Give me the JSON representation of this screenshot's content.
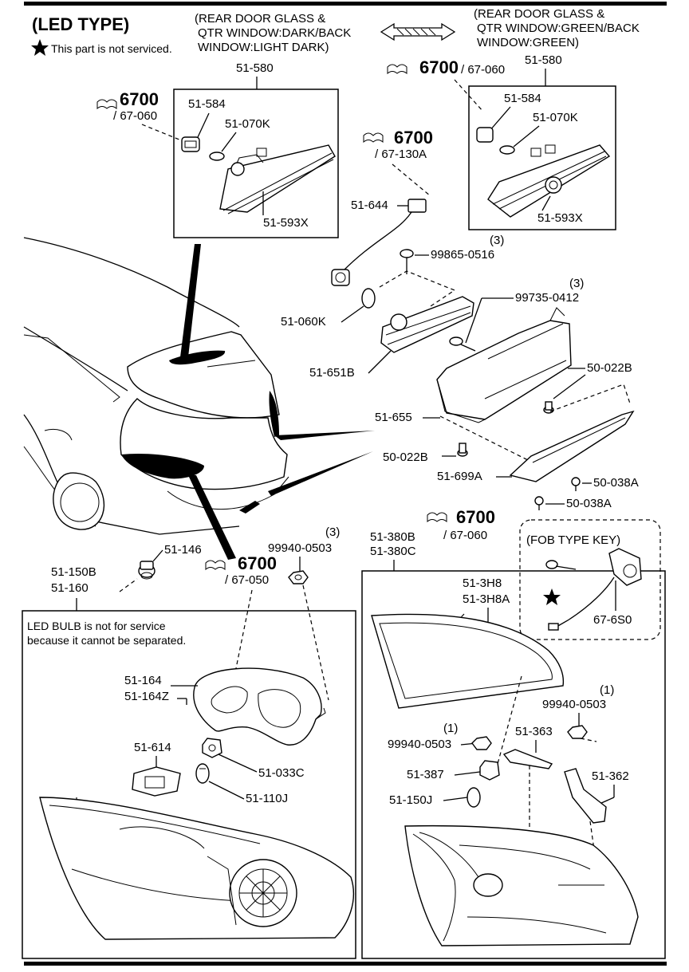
{
  "header": {
    "title": "(LED TYPE)",
    "not_serviced_note": "This part is not serviced.",
    "variant_left": [
      "(REAR DOOR GLASS &",
      "QTR WINDOW:DARK/BACK",
      "WINDOW:LIGHT DARK)"
    ],
    "variant_right": [
      "(REAR DOOR GLASS &",
      "QTR WINDOW:GREEN/BACK",
      "WINDOW:GREEN)"
    ]
  },
  "refs": {
    "r1": {
      "main": "6700",
      "sub": "/ 67-060"
    },
    "r2": {
      "main": "6700",
      "sub": "/ 67-060"
    },
    "r3": {
      "main": "6700",
      "sub": "/ 67-130A"
    },
    "r4": {
      "main": "6700",
      "sub": "/ 67-050"
    },
    "r5": {
      "main": "6700",
      "sub": "/ 67-060"
    }
  },
  "labels": {
    "p51_580_left": "51-580",
    "p51_584_left": "51-584",
    "p51_070k_left": "51-070K",
    "p51_593x_left": "51-593X",
    "p51_580_right": "51-580",
    "p51_584_right": "51-584",
    "p51_070k_right": "51-070K",
    "p51_593x_right": "51-593X",
    "p51_644": "51-644",
    "qty_99865": "(3)",
    "p99865": "99865-0516",
    "p51_060k": "51-060K",
    "qty_99735": "(3)",
    "p99735": "99735-0412",
    "p51_651b": "51-651B",
    "p50_022b_a": "50-022B",
    "p51_655": "51-655",
    "p50_022b_b": "50-022B",
    "p51_699a": "51-699A",
    "p50_038a_a": "50-038A",
    "p50_038a_b": "50-038A",
    "p51_146": "51-146",
    "qty_99940_top": "(3)",
    "p99940_top": "99940-0503",
    "p51_150b": "51-150B",
    "p51_160": "51-160",
    "p51_380b": "51-380B",
    "p51_380c": "51-380C",
    "fob_title": "(FOB TYPE KEY)",
    "p67_6s0": "67-6S0",
    "led_note_1": "LED BULB is not for service",
    "led_note_2": "because it cannot be separated.",
    "p51_164": "51-164",
    "p51_164z": "51-164Z",
    "p51_614": "51-614",
    "p51_033c": "51-033C",
    "p51_110j": "51-110J",
    "p51_3h8": "51-3H8",
    "p51_3h8a": "51-3H8A",
    "qty_99940_r1": "(1)",
    "p99940_r1": "99940-0503",
    "qty_99940_r2": "(1)",
    "p99940_r2": "99940-0503",
    "p51_363": "51-363",
    "p51_387": "51-387",
    "p51_362": "51-362",
    "p51_150j": "51-150J"
  },
  "colors": {
    "ink": "#000000",
    "paper": "#ffffff"
  },
  "icons": [
    "star-icon",
    "double-arrow-icon",
    "reference-book-icon"
  ]
}
